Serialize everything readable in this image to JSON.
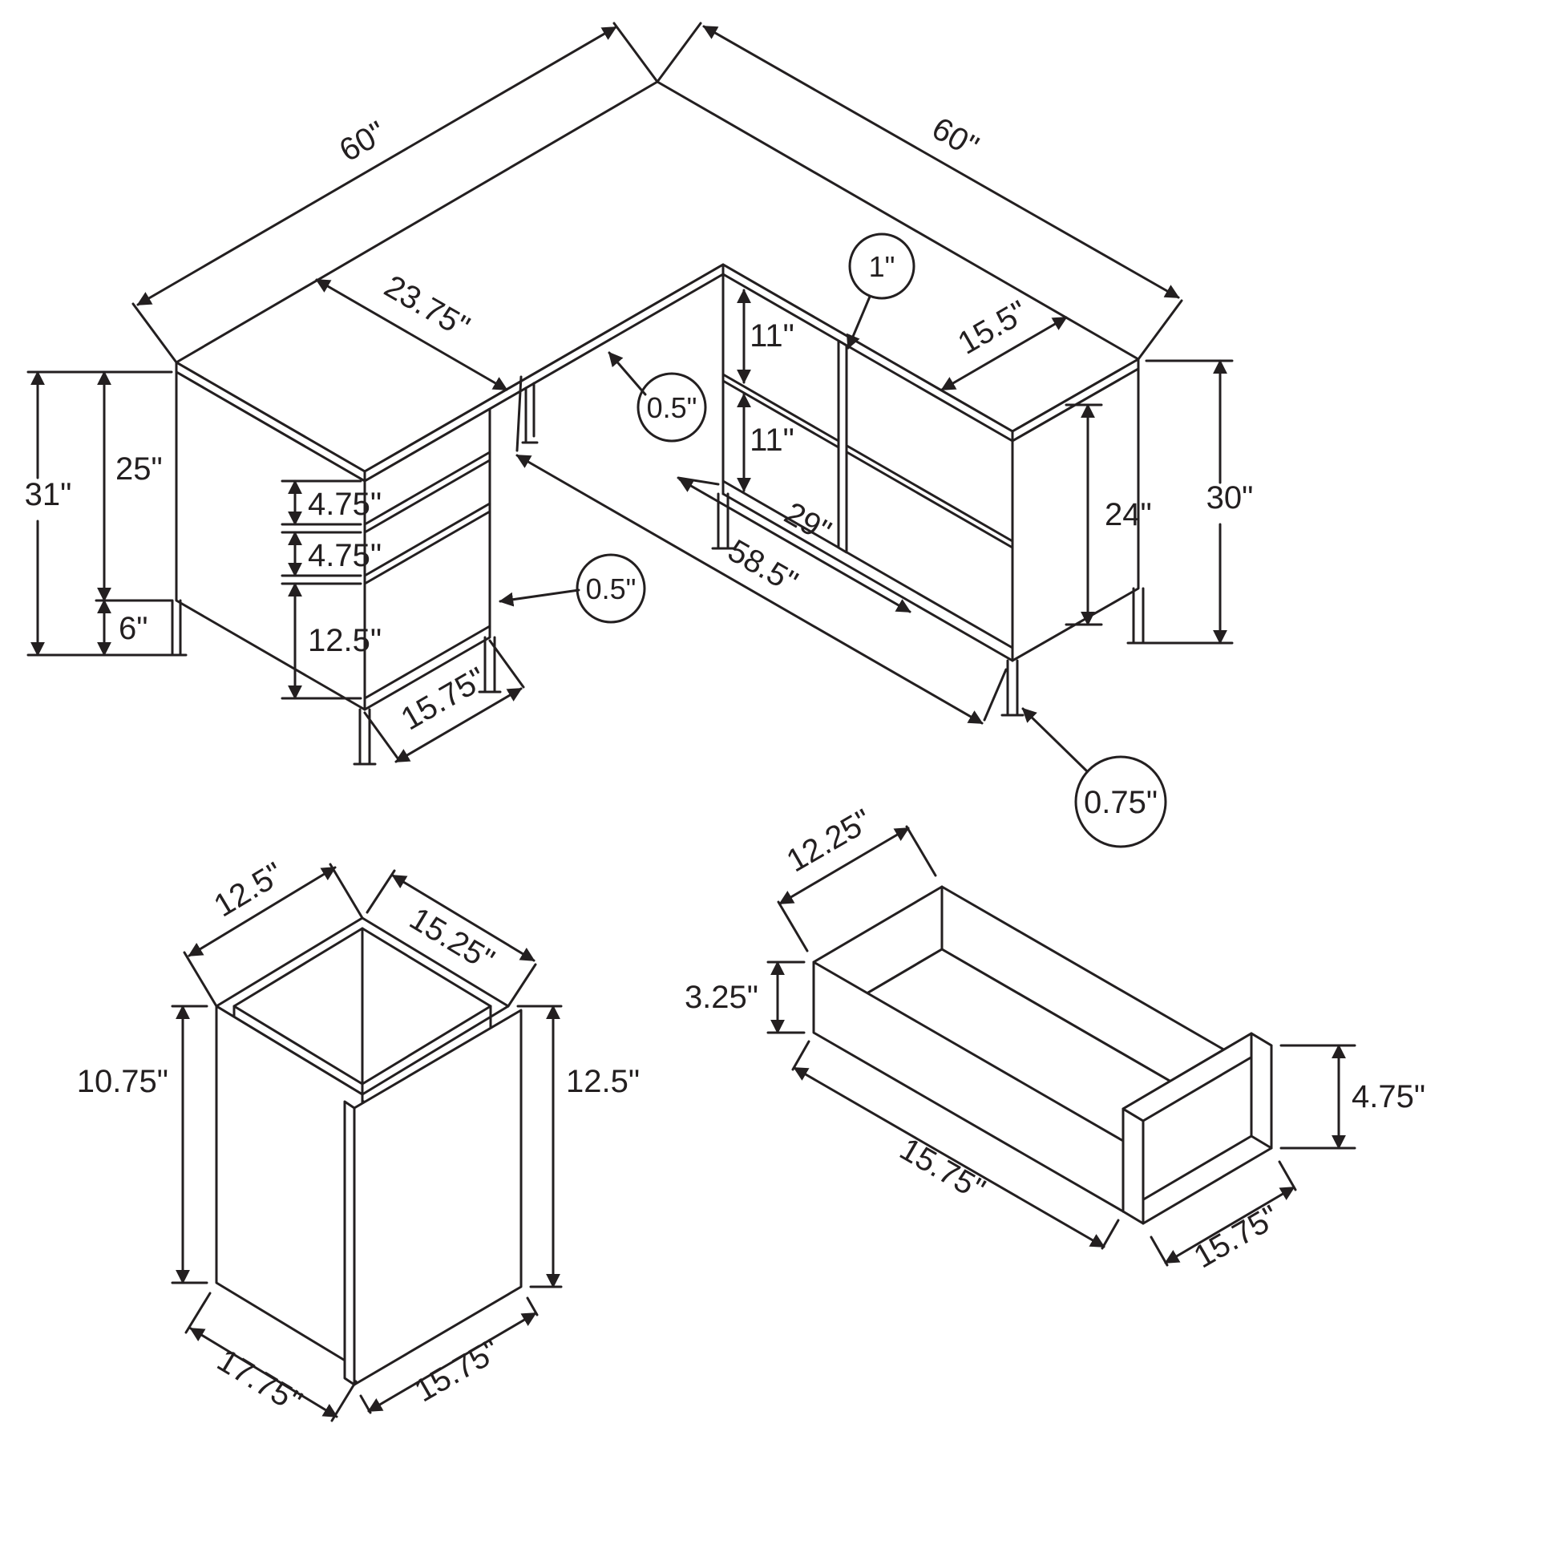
{
  "colors": {
    "line": "#231f20",
    "background": "#ffffff"
  },
  "main": {
    "top_left_width": "60\"",
    "top_right_width": "60\"",
    "left_surface_depth": "23.75\"",
    "right_surface_depth": "15.5\"",
    "divider_thickness": "1\"",
    "surface_thickness": "0.5\"",
    "upper_shelf_gap": "11\"",
    "lower_shelf_gap": "11\"",
    "cabinet_height": "25\"",
    "overall_height_left": "31\"",
    "leg_height": "6\"",
    "top_drawer_height": "4.75\"",
    "middle_drawer_height": "4.75\"",
    "bottom_drawer_height": "12.5\"",
    "pedestal_depth": "15.75\"",
    "drawer_face_thickness": "0.5\"",
    "front_span": "58.5\"",
    "shelf_span": "29\"",
    "bookcase_height": "24\"",
    "overall_height_right": "30\"",
    "leg_frame_thickness": "0.75\""
  },
  "cabinet": {
    "top_depth": "12.5\"",
    "top_width": "15.25\"",
    "inner_height": "10.75\"",
    "front_height": "12.5\"",
    "overall_depth": "17.75\"",
    "front_width": "15.75\""
  },
  "drawer": {
    "top_width": "12.25\"",
    "side_height": "3.25\"",
    "front_height": "4.75\"",
    "depth": "15.75\"",
    "front_width": "15.75\""
  }
}
